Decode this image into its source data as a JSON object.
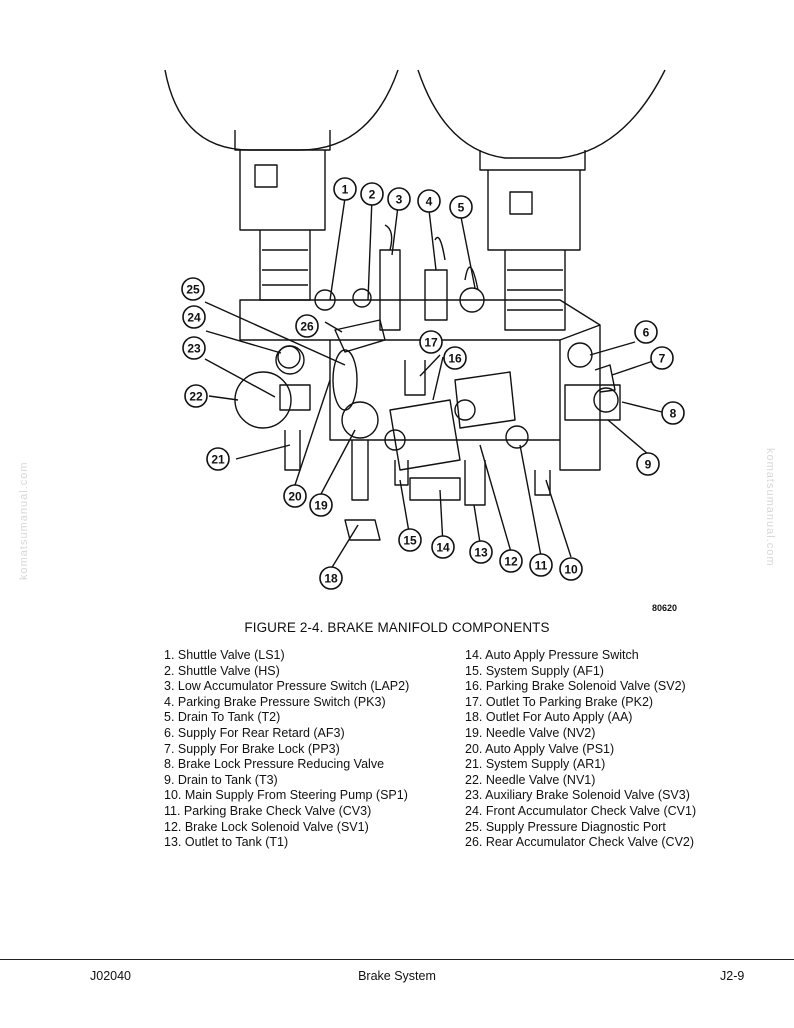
{
  "figure": {
    "number_tag": "80620",
    "caption": "FIGURE 2-4. BRAKE MANIFOLD COMPONENTS",
    "callouts": [
      "1",
      "2",
      "3",
      "4",
      "5",
      "6",
      "7",
      "8",
      "9",
      "10",
      "11",
      "12",
      "13",
      "14",
      "15",
      "16",
      "17",
      "18",
      "19",
      "20",
      "21",
      "22",
      "23",
      "24",
      "25",
      "26"
    ]
  },
  "legend_left": [
    "1. Shuttle Valve (LS1)",
    "2. Shuttle Valve (HS)",
    "3. Low Accumulator Pressure Switch (LAP2)",
    "4. Parking Brake Pressure Switch (PK3)",
    "5. Drain To Tank (T2)",
    "6. Supply For Rear Retard (AF3)",
    "7. Supply For Brake Lock (PP3)",
    "8. Brake Lock Pressure Reducing Valve",
    "9. Drain to Tank (T3)",
    "10. Main Supply From Steering Pump (SP1)",
    "11. Parking Brake Check Valve (CV3)",
    "12. Brake Lock Solenoid Valve (SV1)",
    "13. Outlet to Tank (T1)"
  ],
  "legend_right": [
    "14. Auto Apply Pressure Switch",
    "15. System Supply (AF1)",
    "16. Parking Brake Solenoid Valve (SV2)",
    "17. Outlet To Parking Brake (PK2)",
    "18. Outlet For Auto Apply (AA)",
    "19. Needle Valve (NV2)",
    "20. Auto Apply Valve (PS1)",
    "21. System Supply (AR1)",
    "22. Needle Valve (NV1)",
    "23. Auxiliary Brake Solenoid Valve (SV3)",
    "24. Front Accumulator Check Valve (CV1)",
    "25. Supply Pressure Diagnostic Port",
    "26. Rear Accumulator Check Valve (CV2)"
  ],
  "watermark": "komatsumanual.com",
  "footer": {
    "left": "J02040",
    "center": "Brake System",
    "right": "J2-9"
  }
}
